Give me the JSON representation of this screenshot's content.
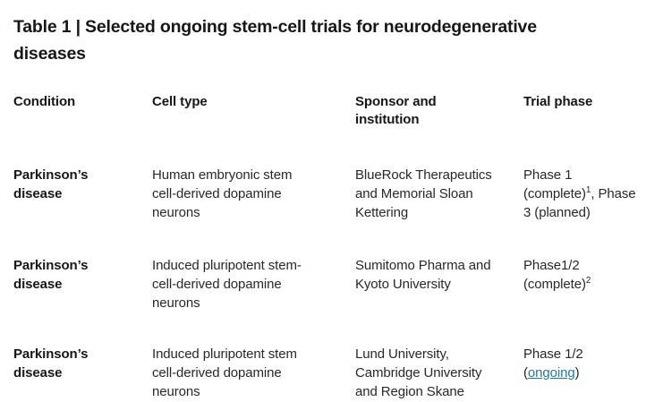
{
  "title": "Table 1 | Selected ongoing stem-cell trials for neurodegenerative\ndiseases",
  "colors": {
    "heading_text": "#171717",
    "body_text": "#282828",
    "link": "#1f7aa6",
    "background": "#ffffff"
  },
  "table": {
    "headers": [
      "Condition",
      "Cell type",
      "Sponsor and\ninstitution",
      "Trial phase"
    ],
    "rows": [
      {
        "condition": "Parkinson’s\ndisease",
        "cell_type": "Human embryonic stem\ncell-derived dopamine\nneurons",
        "sponsor": "BlueRock Therapeutics\nand Memorial Sloan\nKettering",
        "phase": {
          "pre": "Phase 1\n(complete)",
          "sup": "1",
          "post": ", Phase\n3 (planned)"
        }
      },
      {
        "condition": "Parkinson’s\ndisease",
        "cell_type": "Induced pluripotent stem-\ncell-derived dopamine\nneurons",
        "sponsor": "Sumitomo Pharma and\nKyoto University",
        "phase": {
          "pre": "Phase1/2\n(complete)",
          "sup": "2"
        }
      },
      {
        "condition": "Parkinson’s\ndisease",
        "cell_type": "Induced pluripotent stem\ncell-derived dopamine\nneurons",
        "sponsor": "Lund University,\nCambridge University\nand Region Skane",
        "phase": {
          "pre": "Phase 1/2\n(",
          "link": "ongoing",
          "post": ")"
        }
      }
    ]
  }
}
